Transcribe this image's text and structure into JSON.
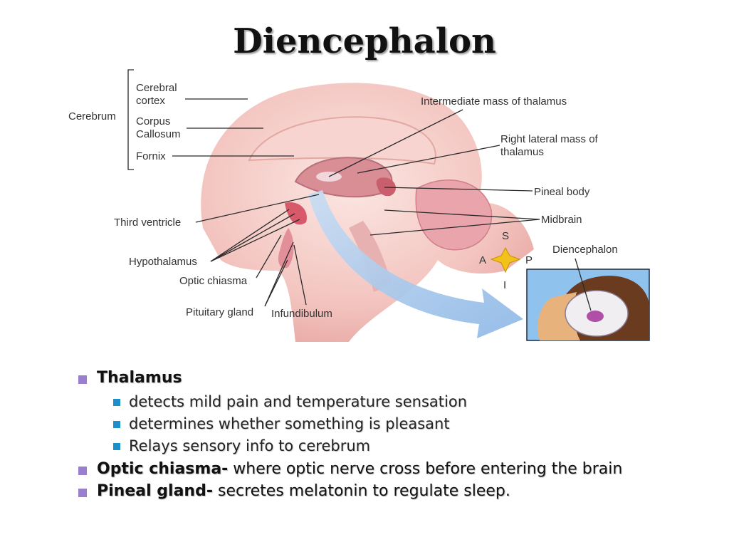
{
  "title": "Diencephalon",
  "diagram": {
    "labels": {
      "cerebrum": "Cerebrum",
      "cerebral_cortex": [
        "Cerebral",
        "cortex"
      ],
      "corpus_callosum": [
        "Corpus",
        "Callosum"
      ],
      "fornix": "Fornix",
      "intermediate_mass": "Intermediate mass of thalamus",
      "right_lateral_mass": [
        "Right lateral mass of",
        "thalamus"
      ],
      "pineal_body": "Pineal body",
      "midbrain": "Midbrain",
      "third_ventricle": "Third ventricle",
      "hypothalamus": "Hypothalamus",
      "optic_chiasma": "Optic chiasma",
      "pituitary_gland": "Pituitary gland",
      "infundibulum": "Infundibulum",
      "diencephalon": "Diencephalon"
    },
    "compass": {
      "s": "S",
      "a": "A",
      "p": "P",
      "i": "I"
    },
    "colors": {
      "brain": "#f3c4bf",
      "arrow": "#9dc2ea",
      "compass": "#f2c21b"
    }
  },
  "bullets": {
    "thalamus": {
      "head": "Thalamus",
      "sub": [
        "detects mild pain and temperature sensation",
        "determines whether something is pleasant",
        "Relays sensory info to cerebrum"
      ]
    },
    "optic": {
      "head": "Optic chiasma-",
      "text": " where optic nerve cross before entering the brain"
    },
    "pineal": {
      "head": "Pineal gland-",
      "text": " secretes melatonin to regulate sleep."
    }
  }
}
